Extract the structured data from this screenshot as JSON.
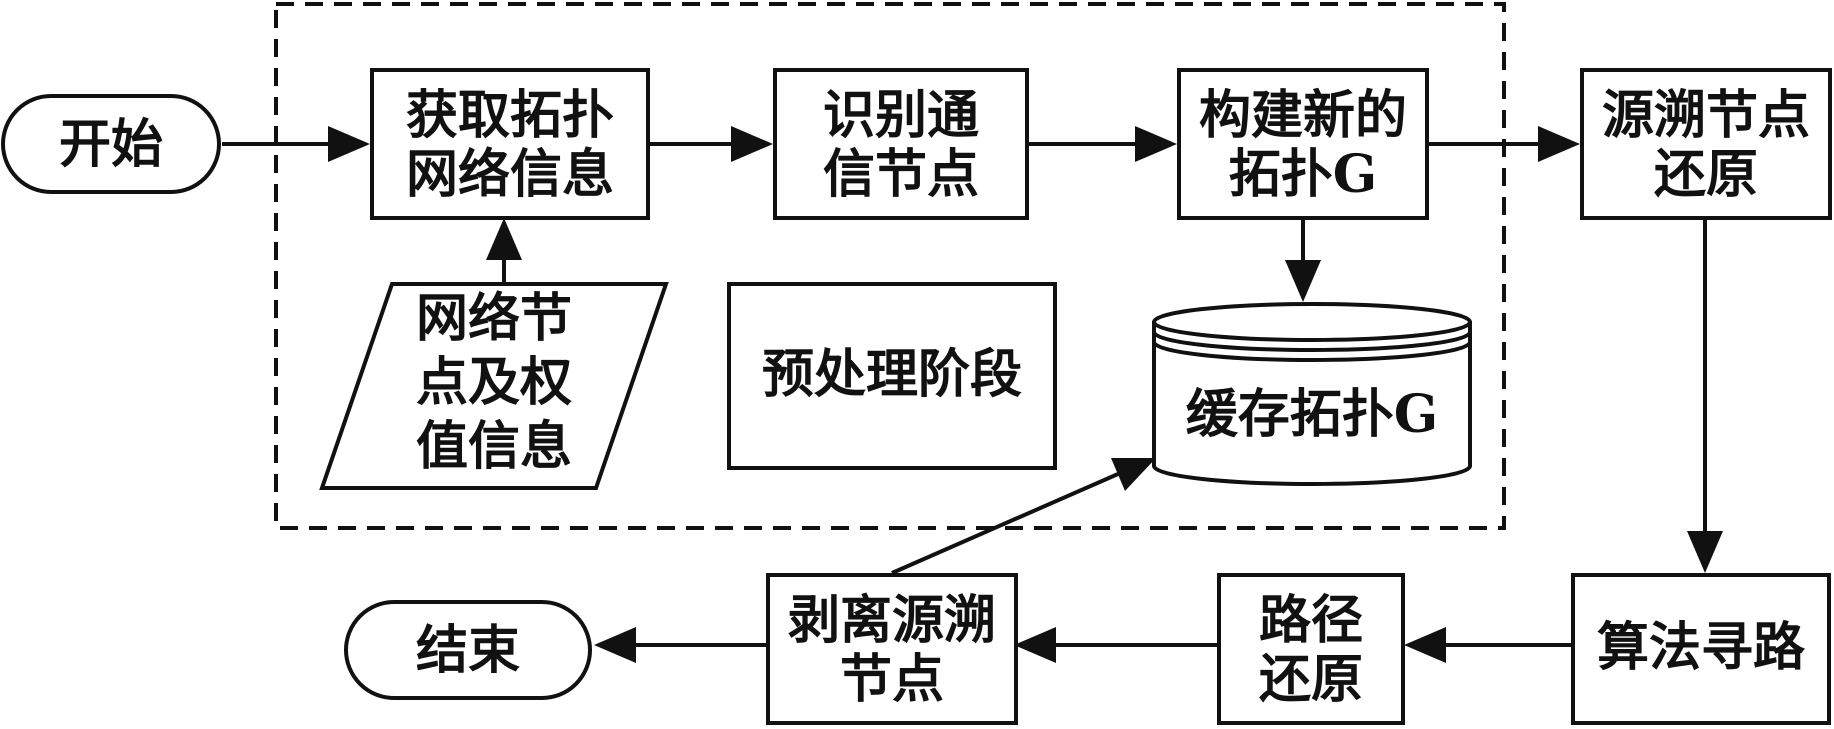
{
  "flowchart": {
    "start": "开始",
    "end": "结束",
    "stage_label": "预处理阶段",
    "steps": {
      "acquire": [
        "获取拓扑",
        "网络信息"
      ],
      "identify": [
        "识别通",
        "信节点"
      ],
      "build": [
        "构建新的",
        "拓扑",
        "G"
      ],
      "restore_source": [
        "源溯节点",
        "还原"
      ],
      "routing": "算法寻路",
      "path_restore": [
        "路径",
        "还原"
      ],
      "strip": [
        "剥离源溯",
        "节点"
      ]
    },
    "input_data": [
      "网络节",
      "点及权",
      "值信息"
    ],
    "cache": [
      "缓存拓扑",
      "G"
    ]
  },
  "colors": {
    "stroke": "#111111",
    "background": "#ffffff"
  }
}
